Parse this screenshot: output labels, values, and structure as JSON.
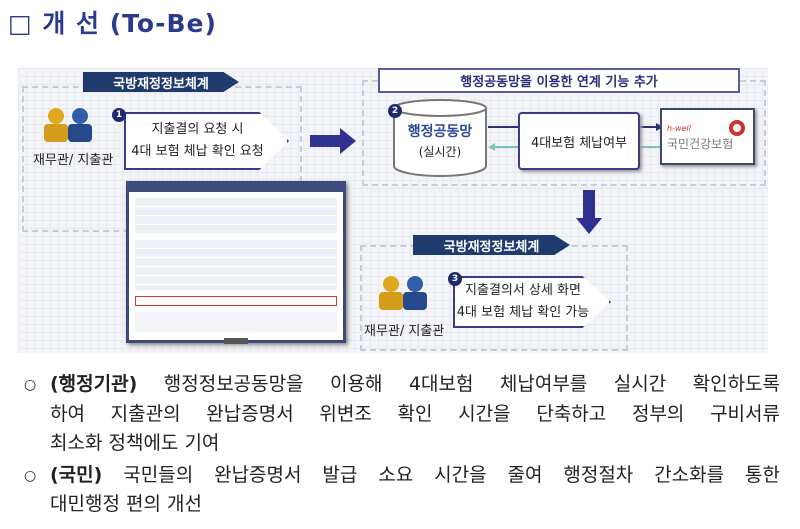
{
  "title": "□ 개 선 (To-Be)",
  "diagram": {
    "system_banner_1": "국방재정정보체계",
    "actor_label_1": "재무관/ 지출관",
    "step1": {
      "num": "1",
      "line1": "지출결의 요청 시",
      "line2": "4대 보험  체납 확인 요청"
    },
    "network_title": "행정공동망을 이용한 연계 기능 추가",
    "step2": {
      "num": "2",
      "name": "행정공동망",
      "sub": "(실시간)"
    },
    "scroll_label": "4대보험 체납여부",
    "nhis": {
      "brand": "h-well",
      "name": "국민건강보험"
    },
    "system_banner_2": "국방재정정보체계",
    "actor_label_2": "재무관/ 지출관",
    "step3": {
      "num": "3",
      "line1": "지출결의서 상세 화면",
      "line2": "4대 보험 체납 확인 가능"
    }
  },
  "bullets": [
    {
      "marker": "○",
      "bold": "(행정기관)",
      "lines": [
        "행정정보공동망을 이용해 4대보험 체납여부를 실시간 확인하도록",
        "하여 지출관의 완납증명서 위변조 확인 시간을 단축하고 정부의 구비서류",
        "최소화 정책에도 기여"
      ]
    },
    {
      "marker": "○",
      "bold": "(국민)",
      "lines": [
        "국민들의 완납증명서 발급 소요 시간을 줄여 행정절차 간소화를 통한",
        "대민행정 편의 개선"
      ]
    }
  ],
  "colors": {
    "navy": "#1f3b6e",
    "accent": "#2e3192",
    "title": "#2a3a8f"
  }
}
